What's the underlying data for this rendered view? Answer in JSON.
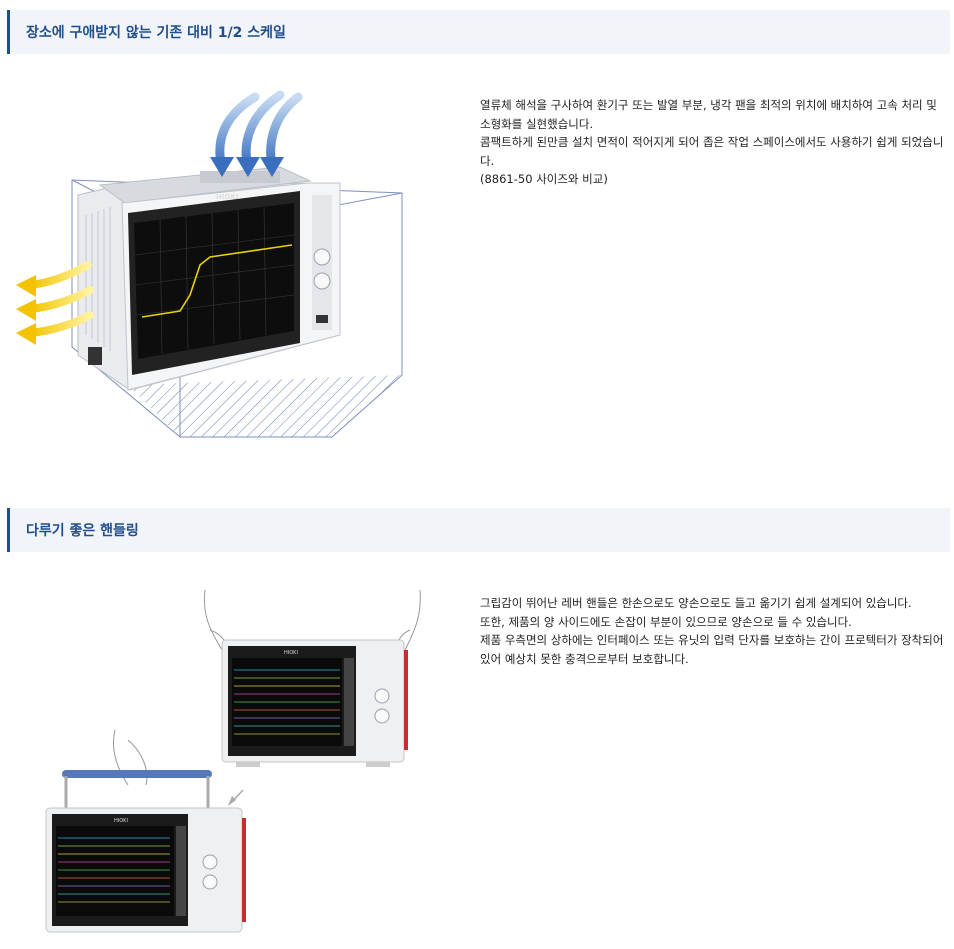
{
  "sections": [
    {
      "title": "장소에 구애받지 않는 기존 대비 1/2 스케일",
      "paragraphs": [
        "열류체 해석을 구사하여 환기구 또는 발열 부분, 냉각 팬을 최적의 위치에 배치하여 고속 처리 및 소형화를 실현했습니다.",
        "콤팩트하게 된만큼 설치 면적이 적어지게 되어 좁은 작업 스페이스에서도 사용하기 쉽게 되었습니다.",
        "(8861-50 사이즈와 비교)"
      ]
    },
    {
      "title": "다루기 좋은 핸들링",
      "paragraphs": [
        "그립감이 뛰어난 레버 핸들은 한손으로도 양손으로도 들고 옮기기 쉽게 설계되어 있습니다.",
        "또한, 제품의 양 사이드에도 손잡이 부분이 있으므로 양손으로 들 수 있습니다.",
        "제품 우측면의 상하에는 인터페이스 또는 유닛의 입력 단자를 보호하는 간이 프로텍터가 장착되어 있어 예상치 못한 충격으로부터 보호합니다."
      ]
    }
  ],
  "device": {
    "brand": "HIOKI"
  }
}
